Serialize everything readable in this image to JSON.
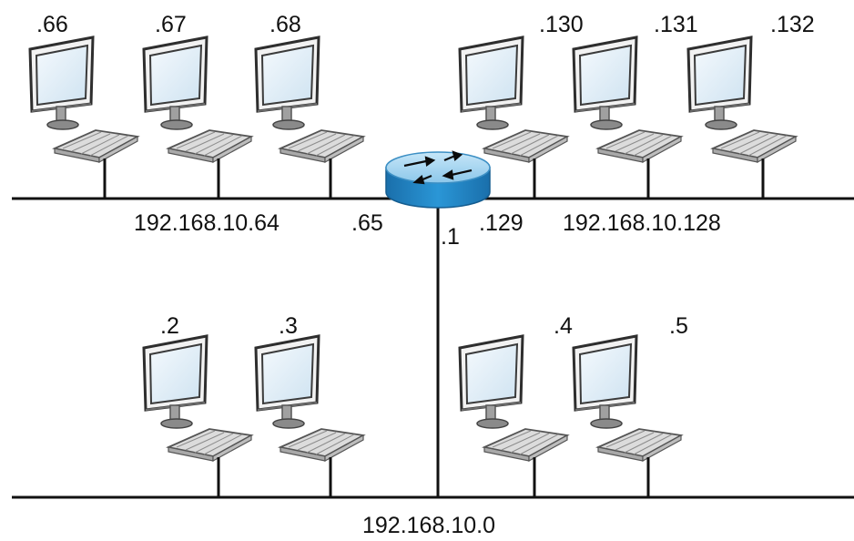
{
  "colors": {
    "line": "#111111",
    "router_top": "#9fd1ef",
    "router_side": "#1f86c8",
    "screen": "#e9f3fa",
    "bezel": "#3b3b3b",
    "stand": "#9a9a9a",
    "keyboard": "#d9d9d9"
  },
  "router": {
    "icon": "router-icon",
    "interfaces": {
      "left": ".65",
      "down": ".1",
      "right": ".129"
    }
  },
  "networks": {
    "top_left": "192.168.10.64",
    "top_right": "192.168.10.128",
    "bottom": "192.168.10.0"
  },
  "hosts": {
    "top_left": [
      ".66",
      ".67",
      ".68"
    ],
    "top_right": [
      ".130",
      ".131",
      ".132"
    ],
    "bottom_left": [
      ".2",
      ".3"
    ],
    "bottom_right": [
      ".4",
      ".5"
    ]
  },
  "host_icon": "desktop-computer-icon"
}
